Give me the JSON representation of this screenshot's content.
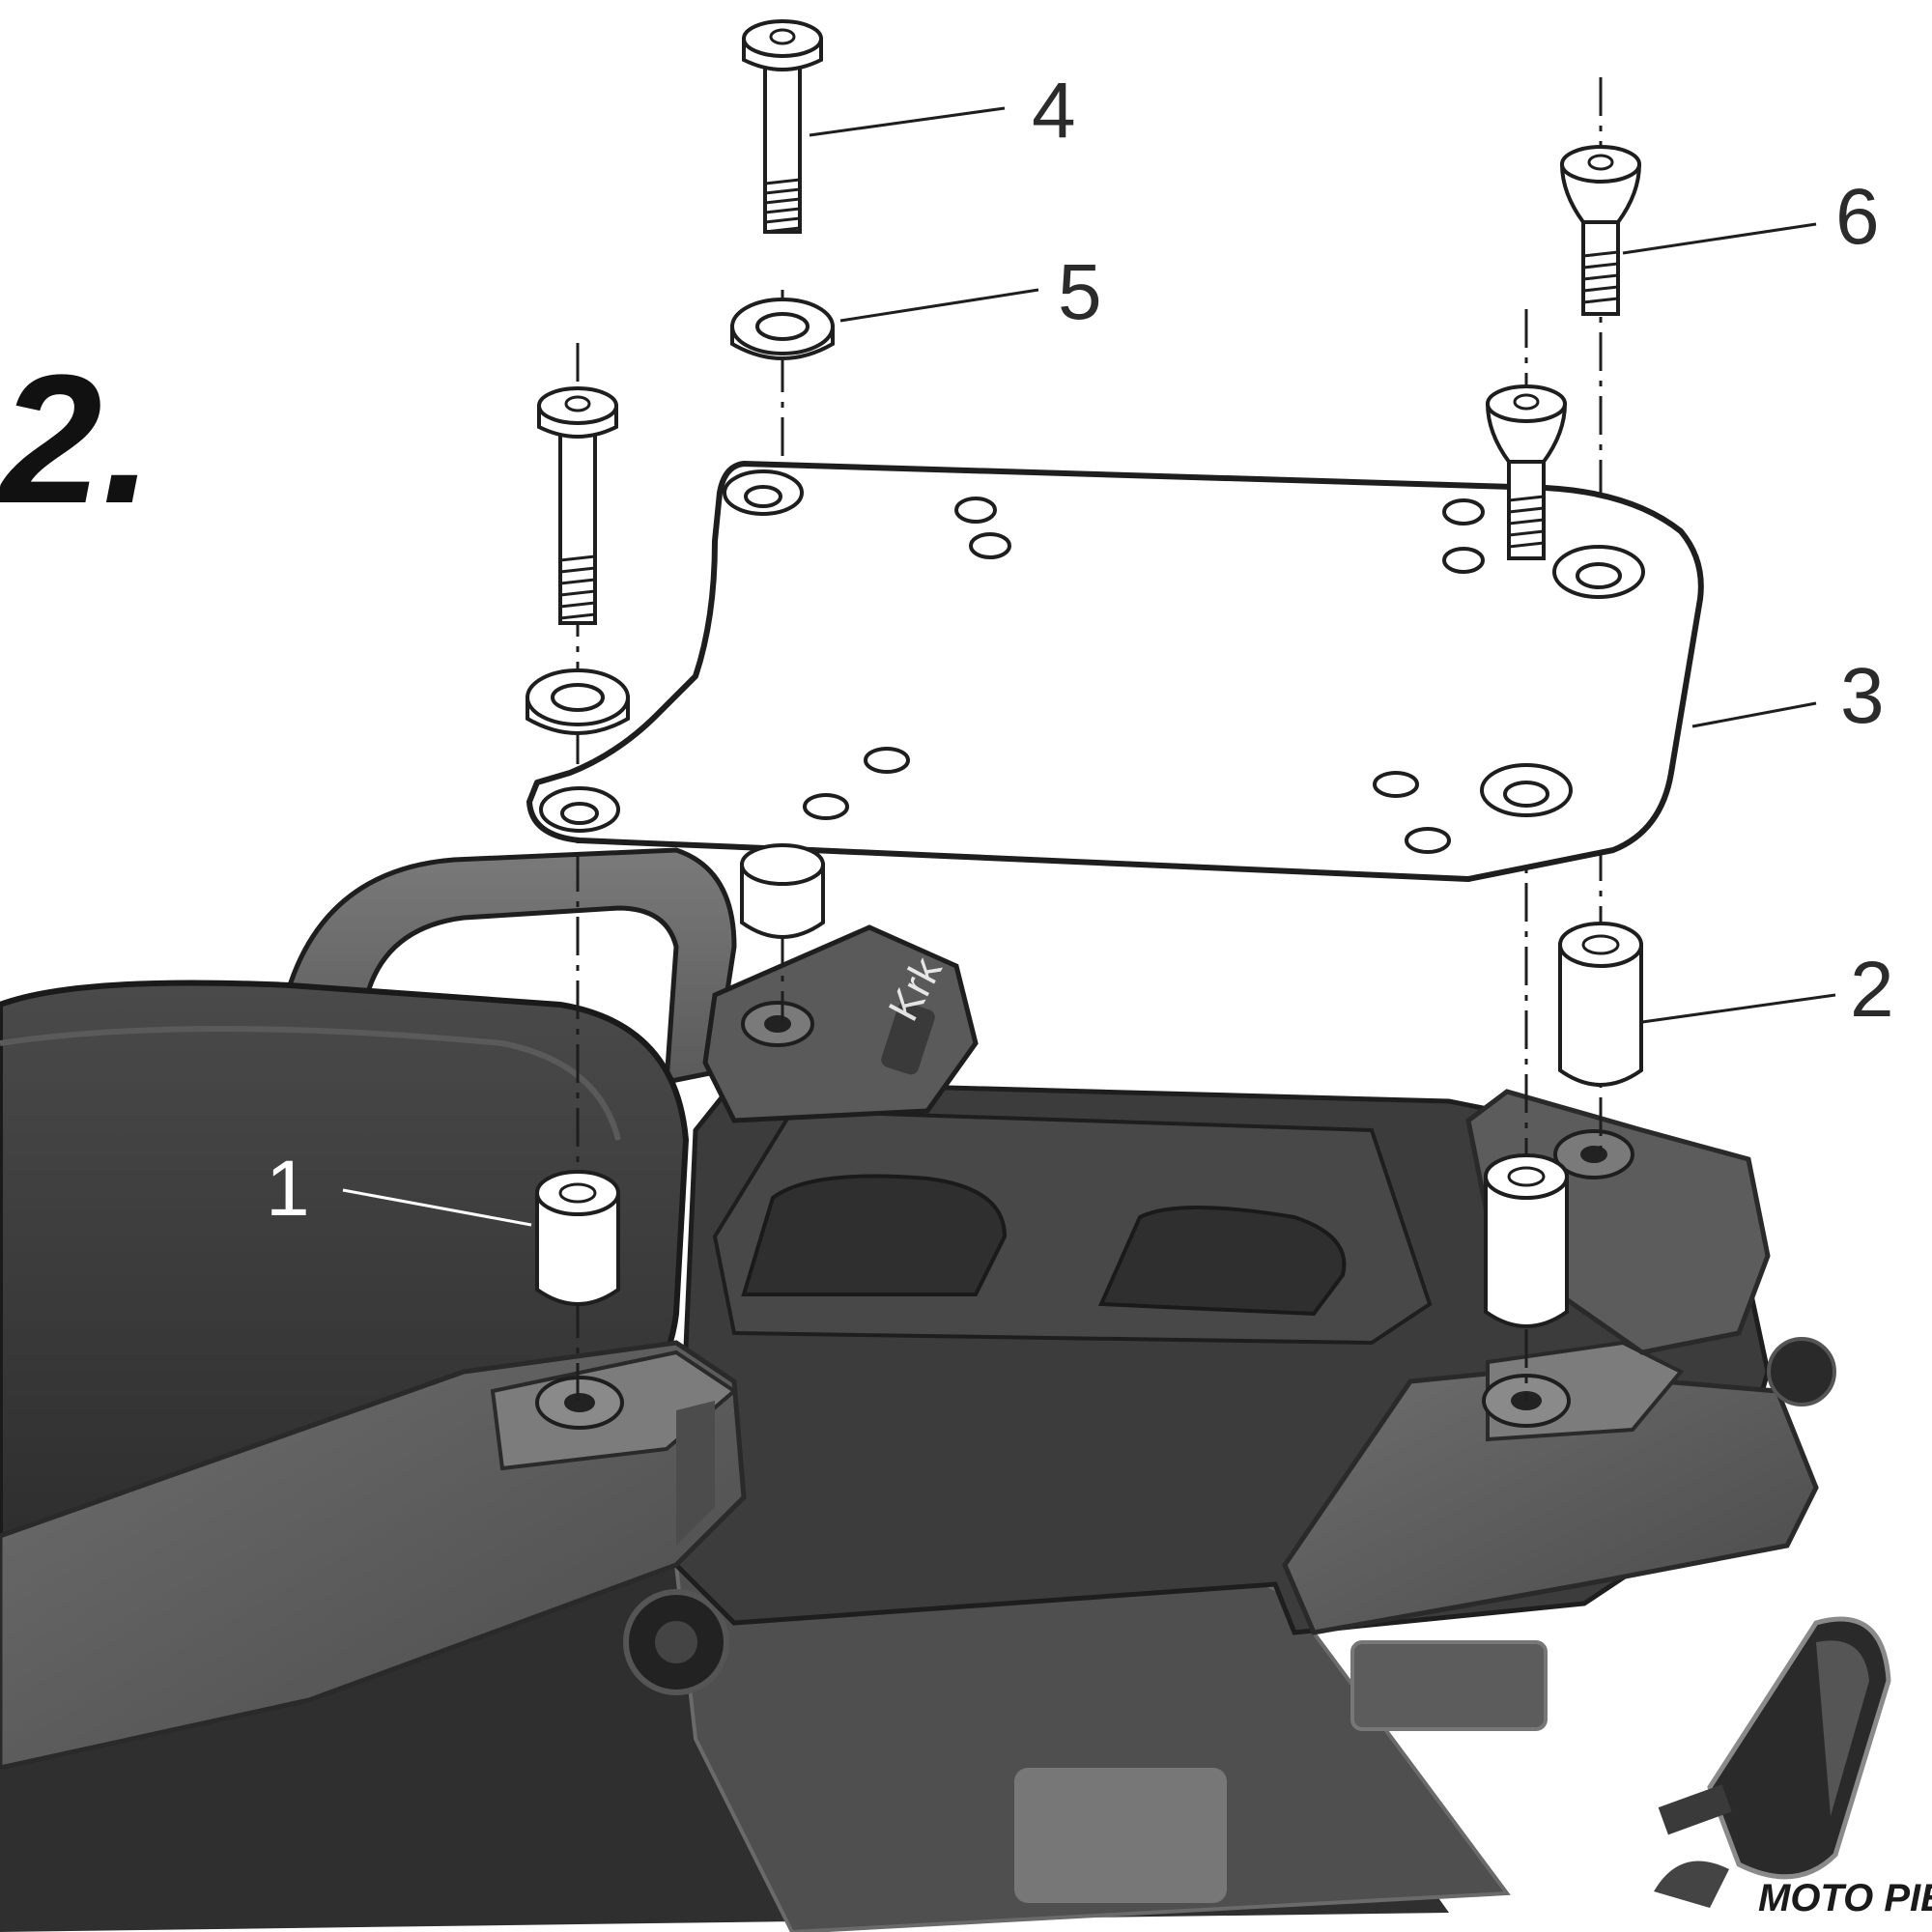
{
  "figure": {
    "step_label": "2.",
    "callouts": [
      "1",
      "2",
      "3",
      "4",
      "5",
      "6"
    ],
    "watermark": "Krk Moto",
    "brand_mark": "MOTO PIEC"
  },
  "colors": {
    "line": "#1e1e1e",
    "part_fill": "#ffffff",
    "body_dark": "#3a3a3a",
    "body_mid": "#555555",
    "body_light": "#6a6a6a",
    "background": "#ffffff"
  },
  "icons": {
    "part_1": "spacer-icon",
    "part_2": "spacer-icon",
    "part_3": "mounting-plate-icon",
    "part_4": "bolt-icon",
    "part_5": "washer-icon",
    "part_6": "bolt-icon"
  }
}
